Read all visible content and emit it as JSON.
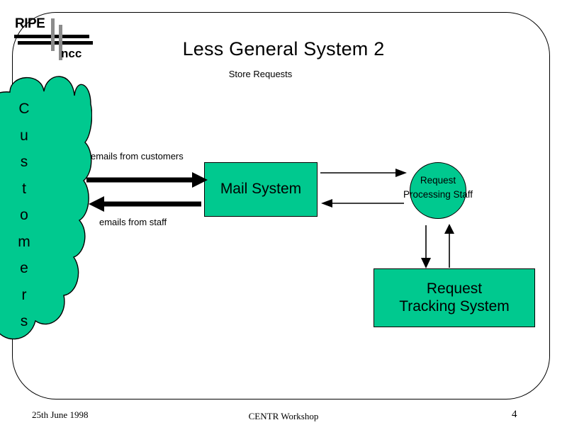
{
  "slide": {
    "title": "Less General System 2",
    "subtitle": "Store Requests",
    "logo": {
      "ripe": "RIPE",
      "ncc": "ncc"
    },
    "footer": {
      "date": "25th June 1998",
      "event": "CENTR Workshop",
      "page_number": "4"
    }
  },
  "diagram": {
    "type": "data-flow-diagram",
    "colors": {
      "node_fill": "#00c98f",
      "node_stroke": "#000000",
      "logo_bar_gray": "#8c8c8c",
      "background": "#ffffff"
    },
    "nodes": [
      {
        "id": "customers",
        "shape": "cloud",
        "label": "Customers",
        "label_letters": [
          "C",
          "u",
          "s",
          "t",
          "o",
          "m",
          "e",
          "r",
          "s"
        ]
      },
      {
        "id": "mail-system",
        "shape": "rectangle",
        "label": "Mail System"
      },
      {
        "id": "request-processing-staff",
        "shape": "circle",
        "label_line1": "Request",
        "label_line2": "Processing Staff"
      },
      {
        "id": "request-tracking-system",
        "shape": "rectangle",
        "label_line1": "Request",
        "label_line2": "Tracking System"
      }
    ],
    "flows": [
      {
        "id": "emails-from-customers",
        "from": "customers",
        "to": "mail-system",
        "label": "emails from customers",
        "weight": "thick",
        "direction": "right"
      },
      {
        "id": "emails-from-staff",
        "from": "mail-system",
        "to": "customers",
        "label": "emails from staff",
        "weight": "thick",
        "direction": "left"
      },
      {
        "id": "mail-to-staff",
        "from": "mail-system",
        "to": "request-processing-staff",
        "label": "",
        "weight": "thin",
        "direction": "right"
      },
      {
        "id": "staff-to-mail",
        "from": "request-processing-staff",
        "to": "mail-system",
        "label": "",
        "weight": "thin",
        "direction": "left"
      },
      {
        "id": "staff-to-tracking",
        "from": "request-processing-staff",
        "to": "request-tracking-system",
        "label": "",
        "weight": "thin",
        "direction": "down"
      },
      {
        "id": "tracking-to-staff",
        "from": "request-tracking-system",
        "to": "request-processing-staff",
        "label": "",
        "weight": "thin",
        "direction": "up"
      }
    ]
  }
}
